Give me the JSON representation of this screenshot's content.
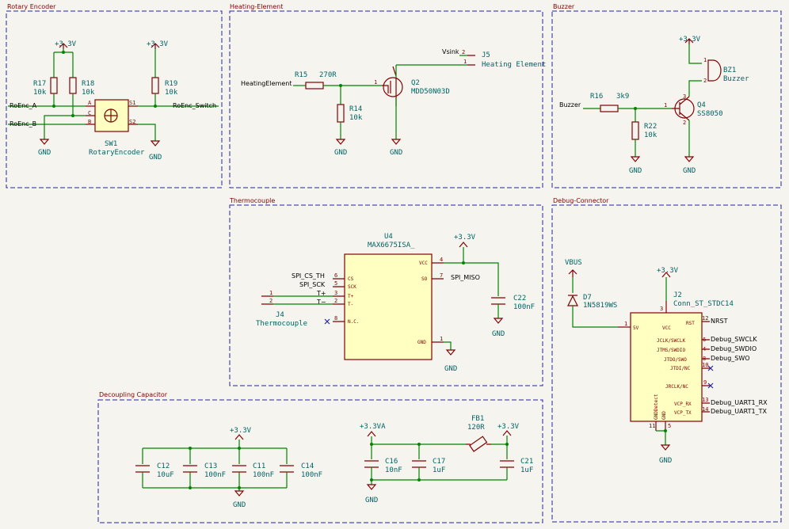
{
  "sections": {
    "rotary_encoder": "Rotary Encoder",
    "heating_element": "Heating-Element",
    "buzzer": "Buzzer",
    "thermocouple": "Thermocouple",
    "debug_connector": "Debug-Connector",
    "decoupling": "Decoupling Capacitor"
  },
  "power": {
    "v33": "+3.3V",
    "v33a": "+3.3VA",
    "vbus": "VBUS",
    "gnd": "GND"
  },
  "rotary": {
    "r17": {
      "ref": "R17",
      "value": "10k"
    },
    "r18": {
      "ref": "R18",
      "value": "10k"
    },
    "r19": {
      "ref": "R19",
      "value": "10k"
    },
    "sw1": {
      "ref": "SW1",
      "value": "RotaryEncoder"
    },
    "pins": {
      "a": "A",
      "c": "C",
      "b": "B",
      "s1": "S1",
      "s2": "S2"
    },
    "nets": {
      "enc_a": "RoEnc_A",
      "enc_b": "RoEnc_B",
      "enc_switch": "RoEnc_Switch"
    }
  },
  "heating": {
    "net_in": "HeatingElement",
    "r15": {
      "ref": "R15",
      "value": "270R"
    },
    "r14": {
      "ref": "R14",
      "value": "10k"
    },
    "q2": {
      "ref": "Q2",
      "value": "MDD50N03D"
    },
    "j5": {
      "ref": "J5",
      "value": "Heating Element"
    },
    "vsink": "Vsink",
    "pin1": "1",
    "pin2": "2"
  },
  "buzzer": {
    "net_in": "Buzzer",
    "r16": {
      "ref": "R16",
      "value": "3k9"
    },
    "r22": {
      "ref": "R22",
      "value": "10k"
    },
    "q4": {
      "ref": "Q4",
      "value": "SS8050"
    },
    "bz1": {
      "ref": "BZ1",
      "value": "Buzzer"
    },
    "pin1": "1",
    "pin2": "2",
    "pin3": "3"
  },
  "thermo": {
    "u4": {
      "ref": "U4",
      "value": "MAX6675ISA_"
    },
    "j4": {
      "ref": "J4",
      "value": "Thermocouple"
    },
    "c22": {
      "ref": "C22",
      "value": "100nF"
    },
    "pins_left": [
      {
        "num": "6",
        "name": "CS",
        "net": "SPI_CS_TH"
      },
      {
        "num": "5",
        "name": "SCK",
        "net": "SPI_SCK"
      },
      {
        "num": "3",
        "name": "T+",
        "net": "T+"
      },
      {
        "num": "2",
        "name": "T-",
        "net": "T−"
      },
      {
        "num": "8",
        "name": "N.C.",
        "net": ""
      }
    ],
    "pins_right": [
      {
        "num": "4",
        "name": "VCC"
      },
      {
        "num": "7",
        "name": "SO",
        "net": "SPI_MISO"
      },
      {
        "num": "1",
        "name": "GND"
      }
    ],
    "j4_pin1": "1",
    "j4_pin2": "2"
  },
  "debug": {
    "d7": {
      "ref": "D7",
      "value": "1N5819WS"
    },
    "j2": {
      "ref": "J2",
      "value": "Conn_ST_STDC14"
    },
    "pin_5v": {
      "num": "1",
      "name": "5V"
    },
    "pin_vcc": {
      "num": "3",
      "name": "VCC"
    },
    "pin_gnd": {
      "num": "5",
      "name": "GND"
    },
    "pin_gnddet": {
      "num": "11",
      "name": "GNDDetect"
    },
    "pins_right": [
      {
        "num": "12",
        "name": "RST",
        "net": "NRST"
      },
      {
        "num": "6",
        "name": "JCLK/SWCLK",
        "net": "Debug_SWCLK"
      },
      {
        "num": "4",
        "name": "JTMS/SWDIO",
        "net": "Debug_SWDIO"
      },
      {
        "num": "8",
        "name": "JTDO/SWO",
        "net": "Debug_SWO"
      },
      {
        "num": "10",
        "name": "JTDI/NC",
        "net": ""
      },
      {
        "num": "9",
        "name": "JRCLK/NC",
        "net": ""
      },
      {
        "num": "13",
        "name": "VCP_RX",
        "net": "Debug_UART1_RX"
      },
      {
        "num": "14",
        "name": "VCP_TX",
        "net": "Debug_UART1_TX"
      }
    ]
  },
  "decoupling": {
    "group1": [
      {
        "ref": "C12",
        "value": "10uF"
      },
      {
        "ref": "C13",
        "value": "100nF"
      },
      {
        "ref": "C11",
        "value": "100nF"
      },
      {
        "ref": "C14",
        "value": "100nF"
      }
    ],
    "group2": [
      {
        "ref": "C16",
        "value": "10nF"
      },
      {
        "ref": "C17",
        "value": "1uF"
      },
      {
        "ref": "C21",
        "value": "1uF"
      }
    ],
    "fb1": {
      "ref": "FB1",
      "value": "120R"
    }
  },
  "colors": {
    "wire": "#008400",
    "symbol": "#840000",
    "label": "#006464",
    "frame": "#2424a0",
    "symbol_fill": "#ffffc2",
    "background": "#f5f4ef"
  }
}
